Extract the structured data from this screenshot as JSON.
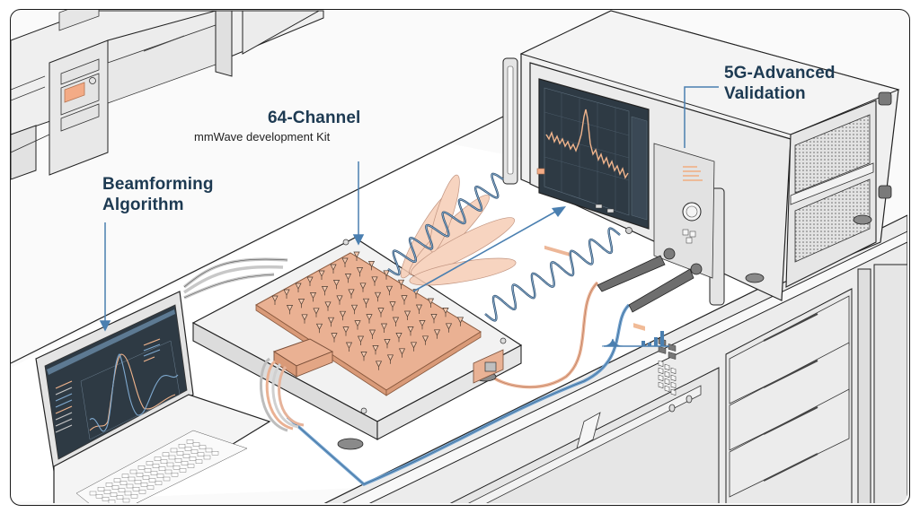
{
  "diagram": {
    "title": "mmWave beamforming test bench illustration",
    "callouts": {
      "kit": {
        "title": "64-Channel",
        "subtitle": "mmWave development Kit"
      },
      "algorithm": {
        "title_line1": "Beamforming",
        "title_line2": "Algorithm"
      },
      "validation": {
        "title_line1": "5G-Advanced",
        "title_line2": "Validation"
      }
    },
    "components": [
      {
        "id": "phased-array-board",
        "description": "64-channel antenna array PCB with 8x8 antenna elements",
        "channels": 64
      },
      {
        "id": "laptop",
        "description": "Laptop showing beamforming algorithm plot"
      },
      {
        "id": "signal-analyzer",
        "description": "Spectrum / signal analyzer instrument with spectrum trace"
      },
      {
        "id": "workbench",
        "description": "Lab workbench with drawers"
      },
      {
        "id": "background-rack",
        "description": "Background equipment rack with orange display"
      }
    ],
    "beam_lobes": 5,
    "signal_strength_bars": 4,
    "colors": {
      "label_text": "#1d3a52",
      "accent_blue": "#4a7fb0",
      "copper": "#eab193",
      "beam_fill": "#f6cdb6",
      "screen_dark": "#2e3a44",
      "spectrum_trace": "#f0b48c",
      "metal_light": "#eeeeee",
      "outline": "#1a1a1a"
    }
  }
}
